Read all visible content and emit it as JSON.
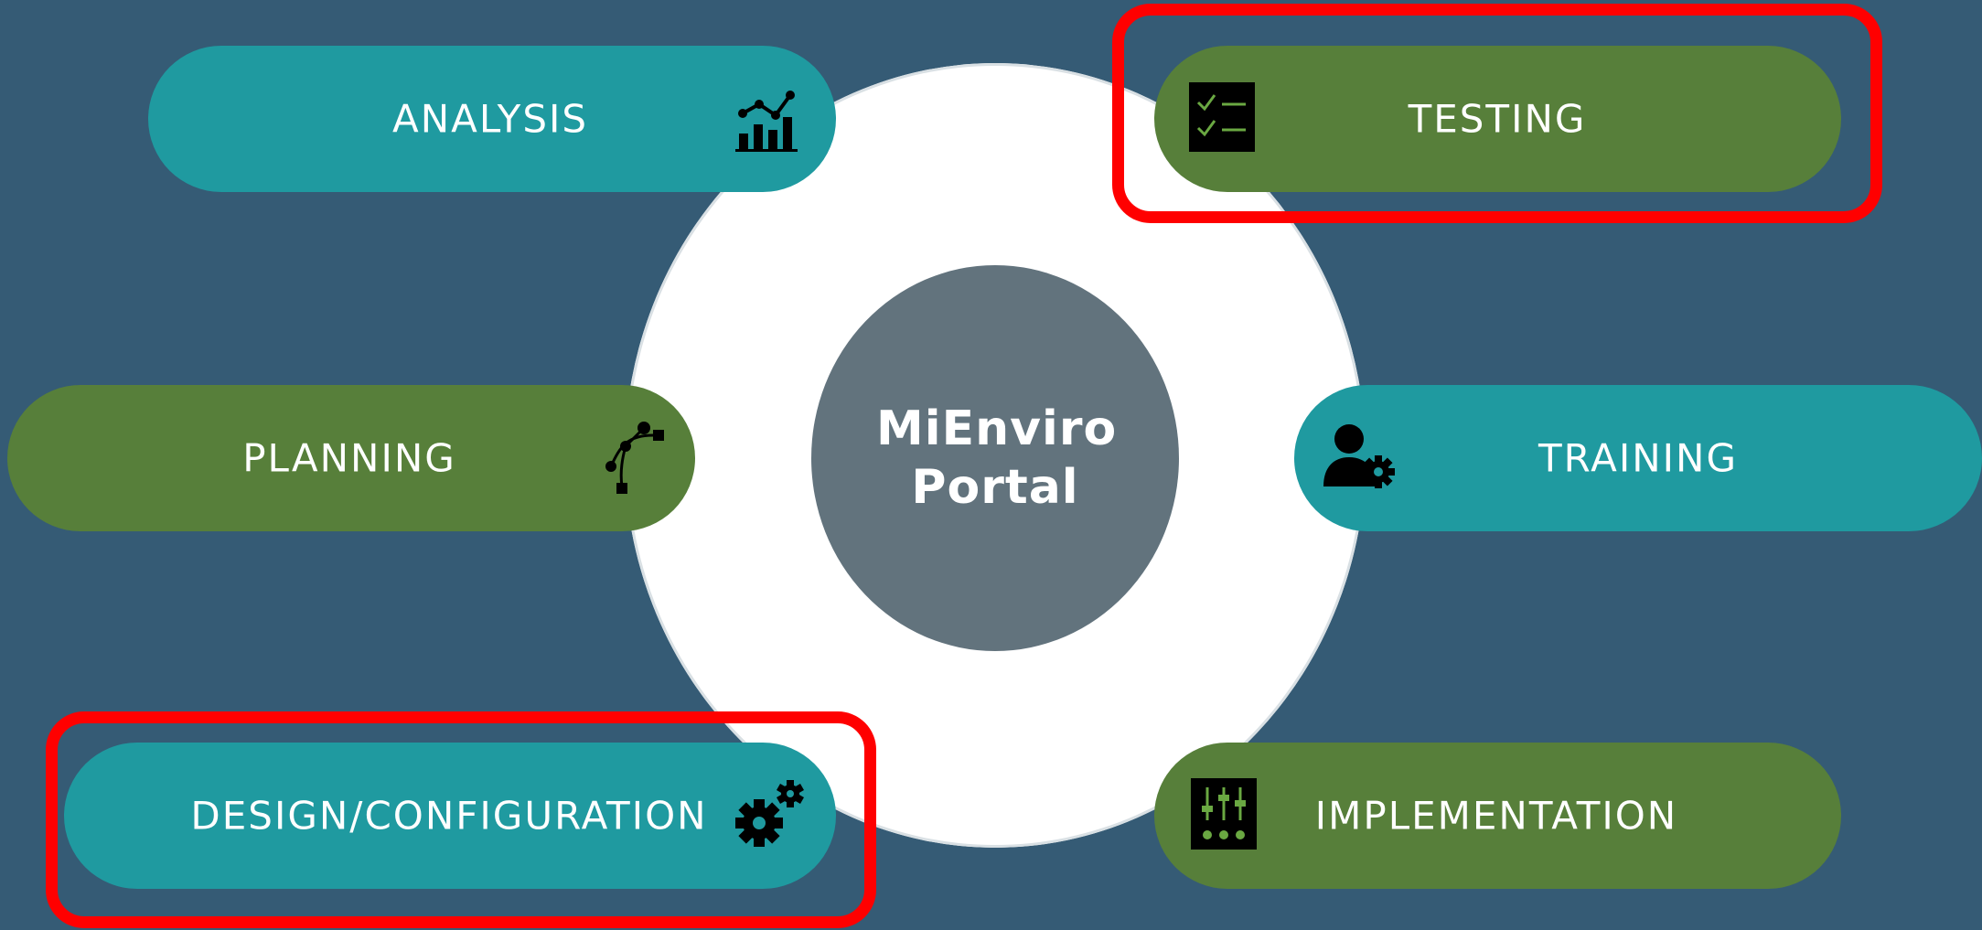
{
  "center": {
    "title_line1": "MiEnviro",
    "title_line2": "Portal"
  },
  "steps": {
    "analysis": {
      "label": "ANALYSIS",
      "icon": "chart-icon",
      "color": "#1f9aa0"
    },
    "testing": {
      "label": "TESTING",
      "icon": "checklist-icon",
      "color": "#577f3a"
    },
    "planning": {
      "label": "PLANNING",
      "icon": "path-nodes-icon",
      "color": "#577f3a"
    },
    "training": {
      "label": "TRAINING",
      "icon": "user-gear-icon",
      "color": "#1f9aa0"
    },
    "design": {
      "label": "DESIGN/CONFIGURATION",
      "icon": "gears-icon",
      "color": "#1f9aa0"
    },
    "implementation": {
      "label": "IMPLEMENTATION",
      "icon": "sliders-icon",
      "color": "#577f3a"
    }
  },
  "colors": {
    "background": "#355b75",
    "ring": "#ffffff",
    "center": "#62737d",
    "highlight": "#ff0000"
  },
  "highlighted": [
    "testing",
    "design"
  ]
}
